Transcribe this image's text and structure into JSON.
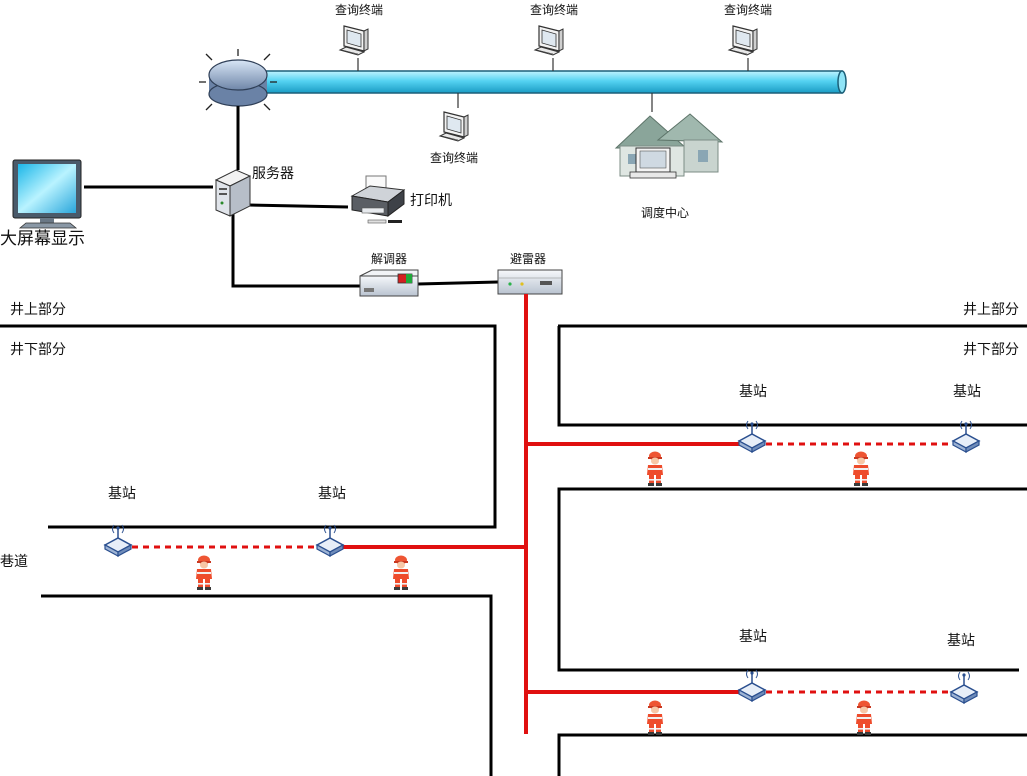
{
  "labels": {
    "query_terminal": "查询终端",
    "server": "服务器",
    "printer": "打印机",
    "big_screen": "大屏幕显示",
    "dispatch_center": "调度中心",
    "modem": "解调器",
    "lightning_arrester": "避雷器",
    "above_ground": "井上部分",
    "underground": "井下部分",
    "base_station": "基站",
    "tunnel": "巷道"
  },
  "colors": {
    "backbone": "#6fd8f0",
    "fiber": "#e01010",
    "wall": "#000000",
    "worker": "#ee4c2c",
    "device": "#e6ecf4"
  }
}
